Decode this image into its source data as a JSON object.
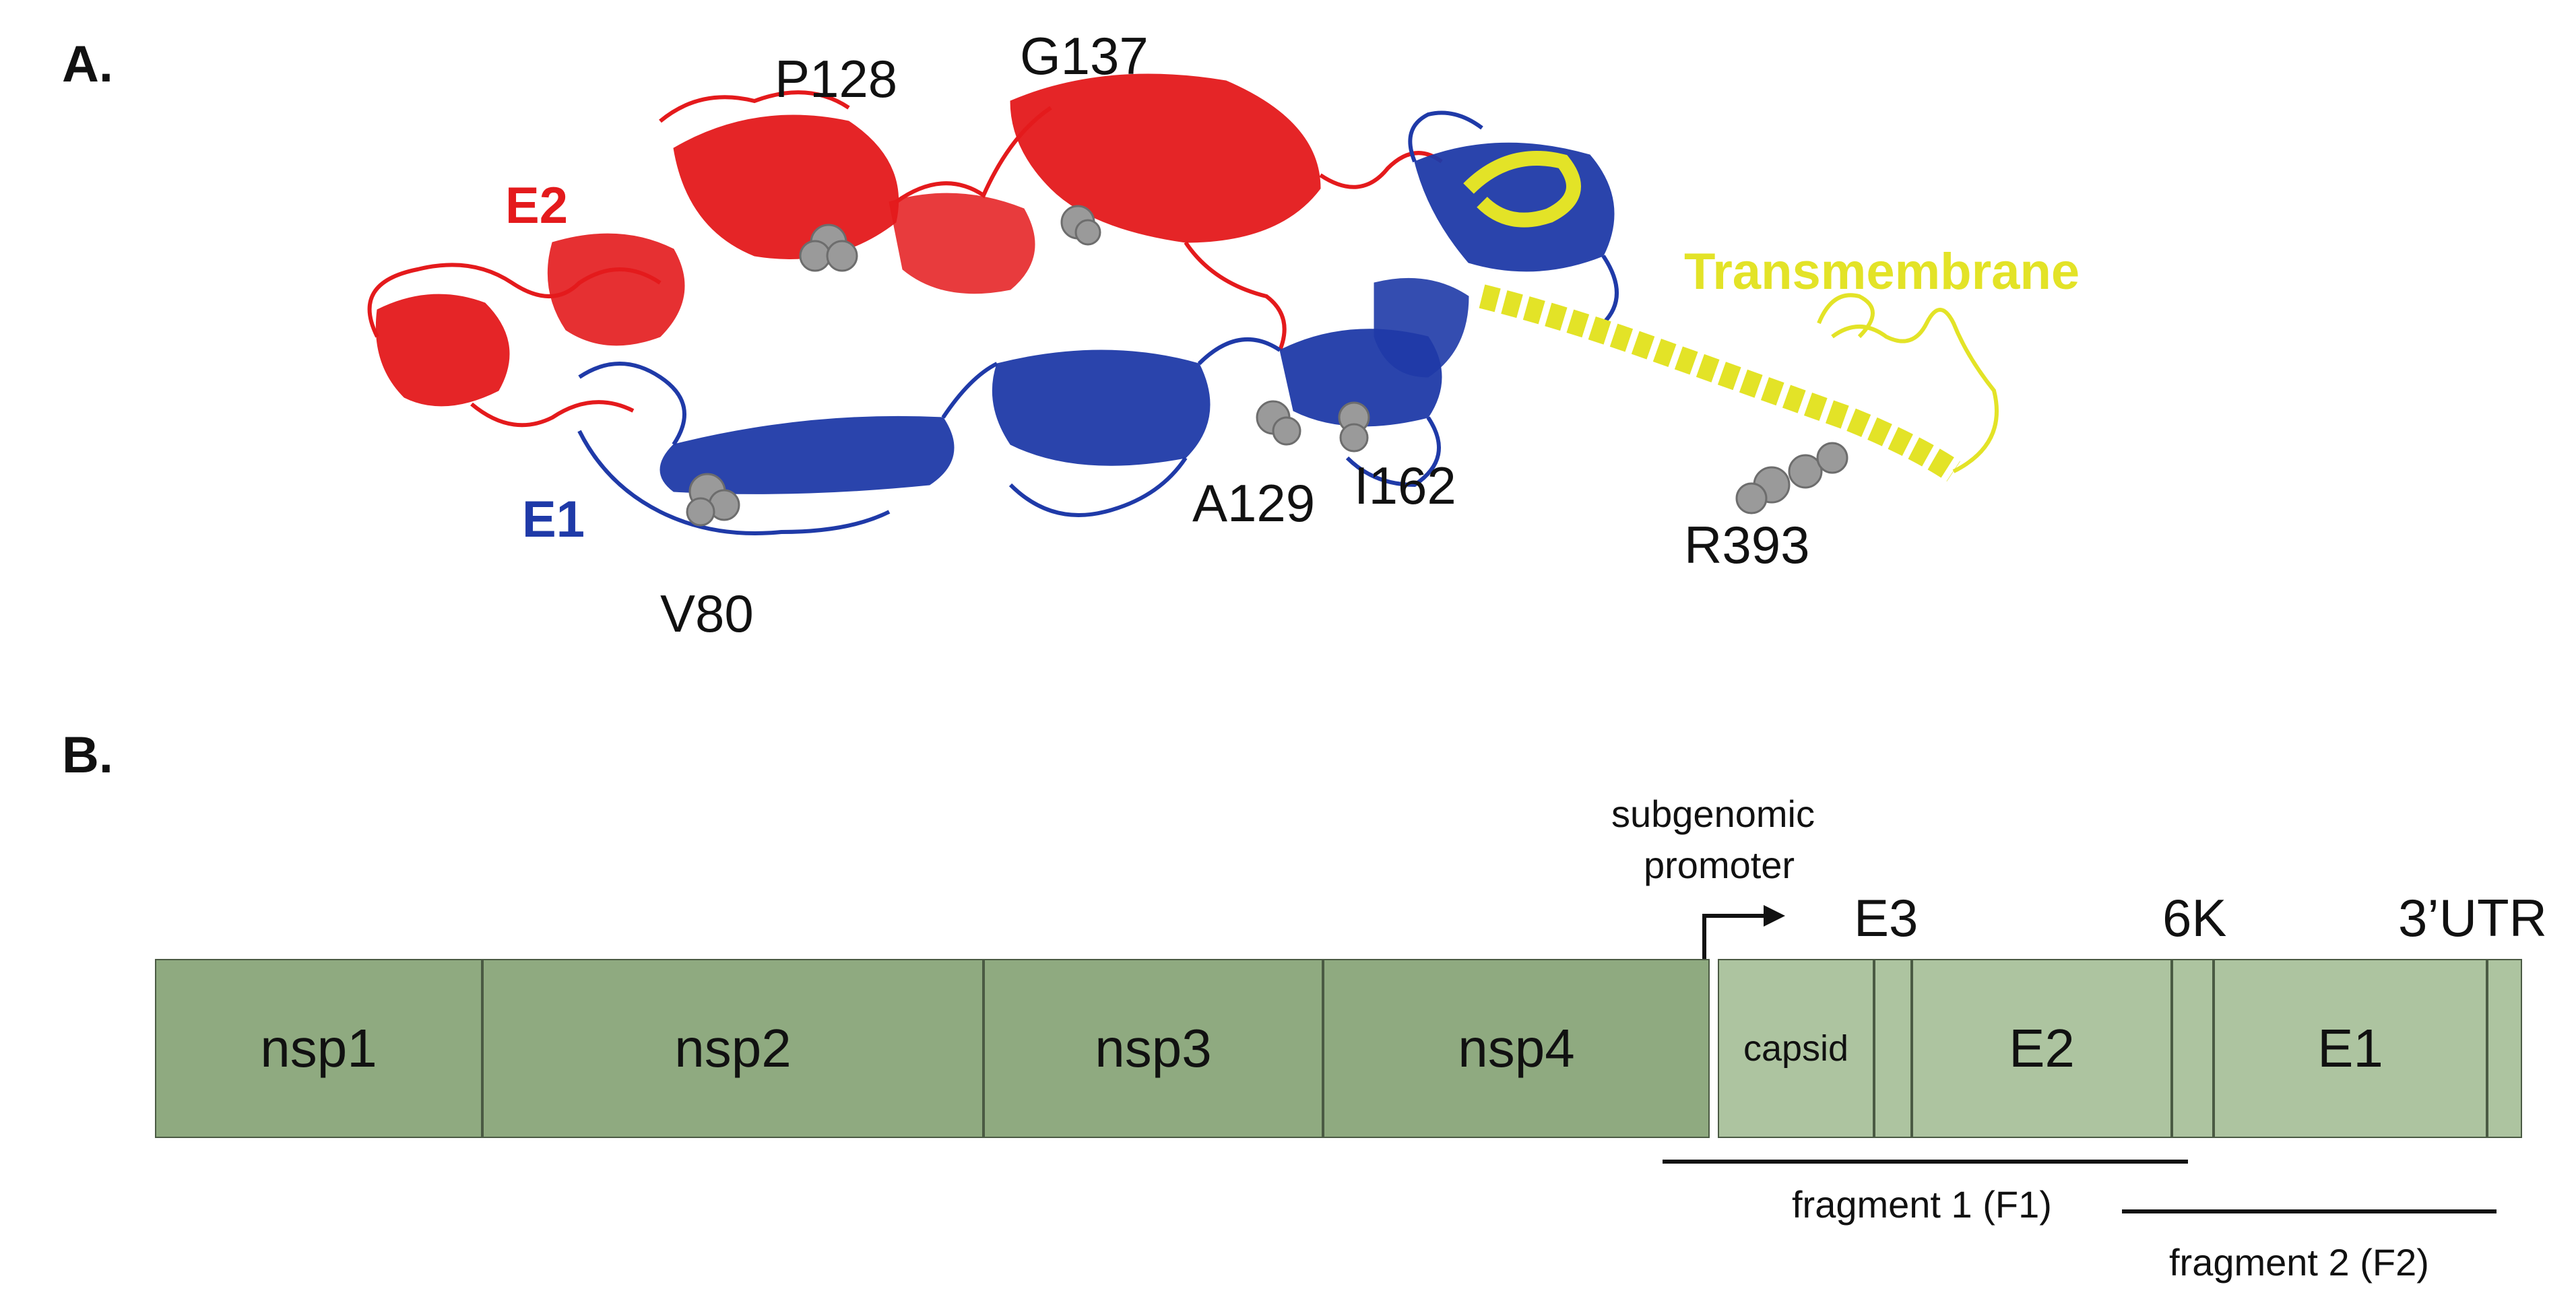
{
  "panel_a": {
    "label": "A.",
    "chains": {
      "e2": "E2",
      "e1": "E1",
      "tm": "Transmembrane"
    },
    "residues": {
      "p128": "P128",
      "g137": "G137",
      "a129": "A129",
      "i162": "I162",
      "v80": "V80",
      "r393": "R393"
    },
    "colors": {
      "e2": "#e41a1c",
      "e1": "#1f3aa8",
      "tm": "#e3e327",
      "sphere": "#9a9a9a"
    }
  },
  "panel_b": {
    "label": "B.",
    "nonstructural": [
      "nsp1",
      "nsp2",
      "nsp3",
      "nsp4"
    ],
    "structural": [
      "capsid",
      "E2",
      "E1"
    ],
    "top_labels": {
      "e3": "E3",
      "k6": "6K",
      "utr": "3’UTR"
    },
    "promoter": [
      "subgenomic",
      "promoter"
    ],
    "fragments": {
      "f1": "fragment 1 (F1)",
      "f2": "fragment 2 (F2)"
    },
    "colors": {
      "nonstructural": "#8faa80",
      "structural": "#adc4a0"
    }
  }
}
